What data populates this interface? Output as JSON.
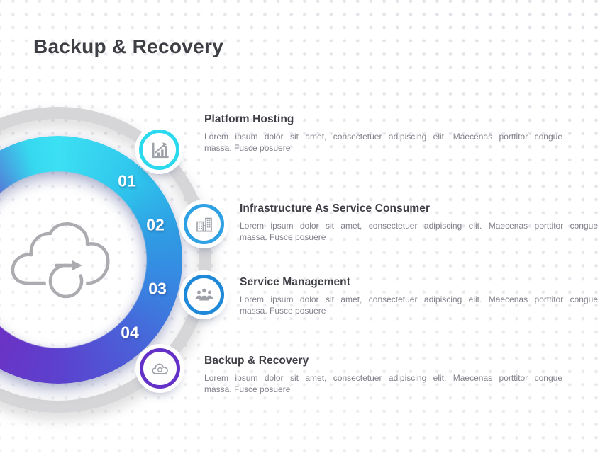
{
  "slide": {
    "title": "Backup & Recovery"
  },
  "diagram": {
    "center_icon": "cloud-backup-sync-icon",
    "track_color": "#d6d6d8",
    "ring_gradient_top_to_bottom": [
      "#3ce0f3",
      "#2fc3ec",
      "#2f9de4",
      "#3a80e0",
      "#4b5fd8",
      "#5c41ce",
      "#6a33c5"
    ]
  },
  "steps": [
    {
      "number": "01",
      "title": "Platform Hosting",
      "icon": "bar-chart-icon",
      "accent": "#2bd9ee",
      "lines": [
        "Lorem ipsum dolor sit amet, consectetuer adipiscing elit. Maecenas porttitor congue",
        "massa. Fusce posuere"
      ]
    },
    {
      "number": "02",
      "title": "Infrastructure As Service Consumer",
      "icon": "buildings-icon",
      "accent": "#2ea1e4",
      "lines": [
        "Lorem ipsum dolor sit amet, consectetuer adipiscing elit. Maecenas porttitor congue",
        "massa. Fusce posuere"
      ]
    },
    {
      "number": "03",
      "title": "Service Management",
      "icon": "team-icon",
      "accent": "#1e88d9",
      "lines": [
        "Lorem ipsum dolor sit amet, consectetuer adipiscing elit. Maecenas porttitor congue",
        "massa. Fusce posuere"
      ]
    },
    {
      "number": "04",
      "title": "Backup & Recovery",
      "icon": "cloud-sync-icon",
      "accent": "#6330c8",
      "lines": [
        "Lorem ipsum dolor sit amet, consectetuer adipiscing elit. Maecenas porttitor congue",
        "massa. Fusce posuere"
      ]
    }
  ]
}
